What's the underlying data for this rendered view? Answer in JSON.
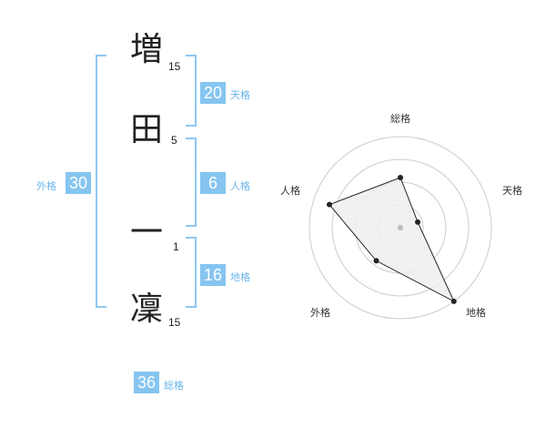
{
  "name_chars": [
    {
      "char": "増",
      "strokes": "15"
    },
    {
      "char": "田",
      "strokes": "5"
    },
    {
      "char": "一",
      "strokes": "1"
    },
    {
      "char": "凜",
      "strokes": "15"
    }
  ],
  "kaku": {
    "tenkaku": {
      "value": "20",
      "label": "天格"
    },
    "jinkaku": {
      "value": "6",
      "label": "人格"
    },
    "chikaku": {
      "value": "16",
      "label": "地格"
    },
    "gaikaku": {
      "value": "30",
      "label": "外格"
    },
    "soukaku": {
      "value": "36",
      "label": "総格"
    }
  },
  "radar": {
    "axes": [
      "総格",
      "天格",
      "地格",
      "外格",
      "人格"
    ],
    "levels": 4,
    "values": [
      0.55,
      0.2,
      1.0,
      0.45,
      0.82
    ],
    "colors": {
      "grid": "#cccccc",
      "fill": "#eeeeee",
      "line": "#222222",
      "center": "#bbbbbb"
    }
  },
  "colors": {
    "accent": "#86c5f0"
  }
}
